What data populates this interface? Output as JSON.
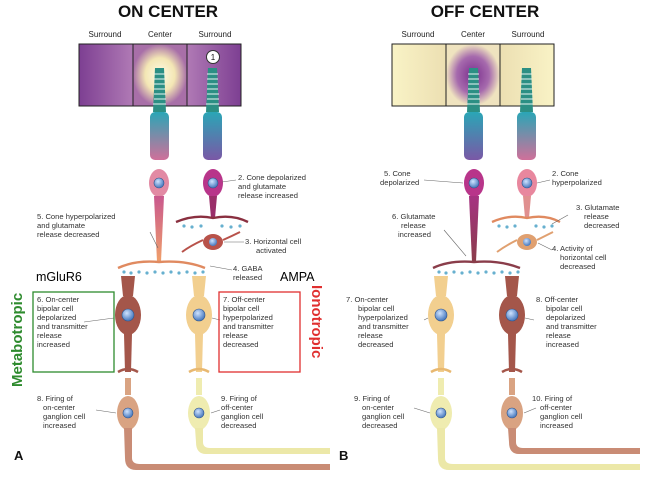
{
  "figure": {
    "panel_a": {
      "title": "ON CENTER",
      "letter": "A",
      "field_labels": [
        "Surround",
        "Center",
        "Surround"
      ],
      "marker": "1",
      "labels": {
        "cone_depolarized": [
          "2. Cone depolarized",
          "and glutamate",
          "release increased"
        ],
        "cone_hyperpolarized": [
          "5. Cone hyperpolarized",
          "and glutamate",
          "release decreased"
        ],
        "horizontal_cell": [
          "3. Horizontal cell",
          "activated"
        ],
        "gaba": [
          "4. GABA",
          "released"
        ],
        "on_bipolar": [
          "6. On-center",
          "bipolar cell",
          "depolarized",
          "and transmitter",
          "release",
          "increased"
        ],
        "off_bipolar": [
          "7. Off-center",
          "bipolar cell",
          "hyperpolarized",
          "and transmitter",
          "release",
          "decreased"
        ],
        "on_ganglion": [
          "8. Firing of",
          "on-center",
          "ganglion cell",
          "increased"
        ],
        "off_ganglion": [
          "9. Firing of",
          "off-center",
          "ganglion cell",
          "decreased"
        ]
      }
    },
    "panel_b": {
      "title": "OFF CENTER",
      "letter": "B",
      "field_labels": [
        "Surround",
        "Center",
        "Surround"
      ],
      "labels": {
        "cone_depolarized": [
          "5. Cone",
          "depolarized"
        ],
        "cone_hyperpolarized": [
          "2. Cone",
          "hyperpolarized"
        ],
        "glutamate_increased": [
          "6. Glutamate",
          "release",
          "increased"
        ],
        "glutamate_decreased": [
          "3. Glutamate",
          "release",
          "decreased"
        ],
        "horizontal_activity": [
          "4. Activity of",
          "horizontal cell",
          "decreased"
        ],
        "on_bipolar": [
          "7. On-center",
          "bipolar cell",
          "hyperpolarized",
          "and transmitter",
          "release",
          "decreased"
        ],
        "off_bipolar": [
          "8. Off-center",
          "bipolar cell",
          "depolarized",
          "and transmitter",
          "release",
          "increased"
        ],
        "on_ganglion": [
          "9. Firing of",
          "on-center",
          "ganglion cell",
          "decreased"
        ],
        "off_ganglion": [
          "10. Firing of",
          "off-center",
          "ganglion cell",
          "increased"
        ]
      }
    },
    "annotations": {
      "metabotropic": "Metabotropic",
      "mglur6": "mGluR6",
      "ampa": "AMPA",
      "ionotropic": "Ionotropic"
    },
    "colors": {
      "on_field_surround": "#8a4a9a",
      "on_field_center": "#fff8d8",
      "off_field_surround": "#f7f1c2",
      "off_field_center": "#8a3f96",
      "cone_outer_segment": "#2c8f84",
      "cone_inner_segment": "#2aa0b0",
      "depolarized_cone_body": "#b8358a",
      "hyperpolarized_cone_body": "#e8879e",
      "bipolar_depolarized": "#a4564a",
      "bipolar_hyperpolarized": "#f2cf8f",
      "nucleus": "#5b8ed0",
      "synapse_dots": "#67b0cf",
      "metabotropic_box": "#2e8b2e",
      "ionotropic_box": "#e03030"
    }
  }
}
